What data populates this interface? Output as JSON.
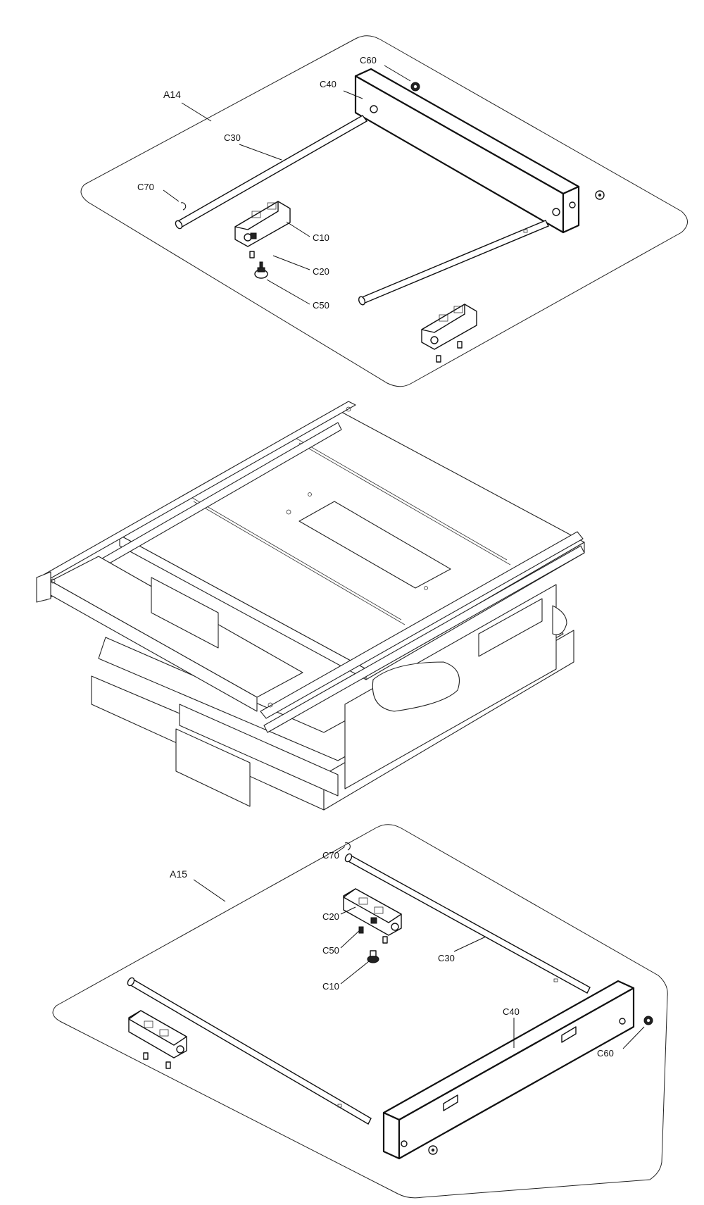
{
  "groups": [
    {
      "id": "A14",
      "parts": {
        "C10": "C10",
        "C20": "C20",
        "C30": "C30",
        "C40": "C40",
        "C50": "C50",
        "C60": "C60",
        "C70": "C70"
      }
    },
    {
      "id": "A15",
      "parts": {
        "C10": "C10",
        "C20": "C20",
        "C30": "C30",
        "C40": "C40",
        "C50": "C50",
        "C60": "C60",
        "C70": "C70"
      }
    }
  ],
  "icons": [
    "rail-bar-icon",
    "rod-icon",
    "bracket-icon",
    "screw-icon",
    "knob-icon",
    "nut-icon",
    "clip-icon",
    "table-saw-icon"
  ]
}
